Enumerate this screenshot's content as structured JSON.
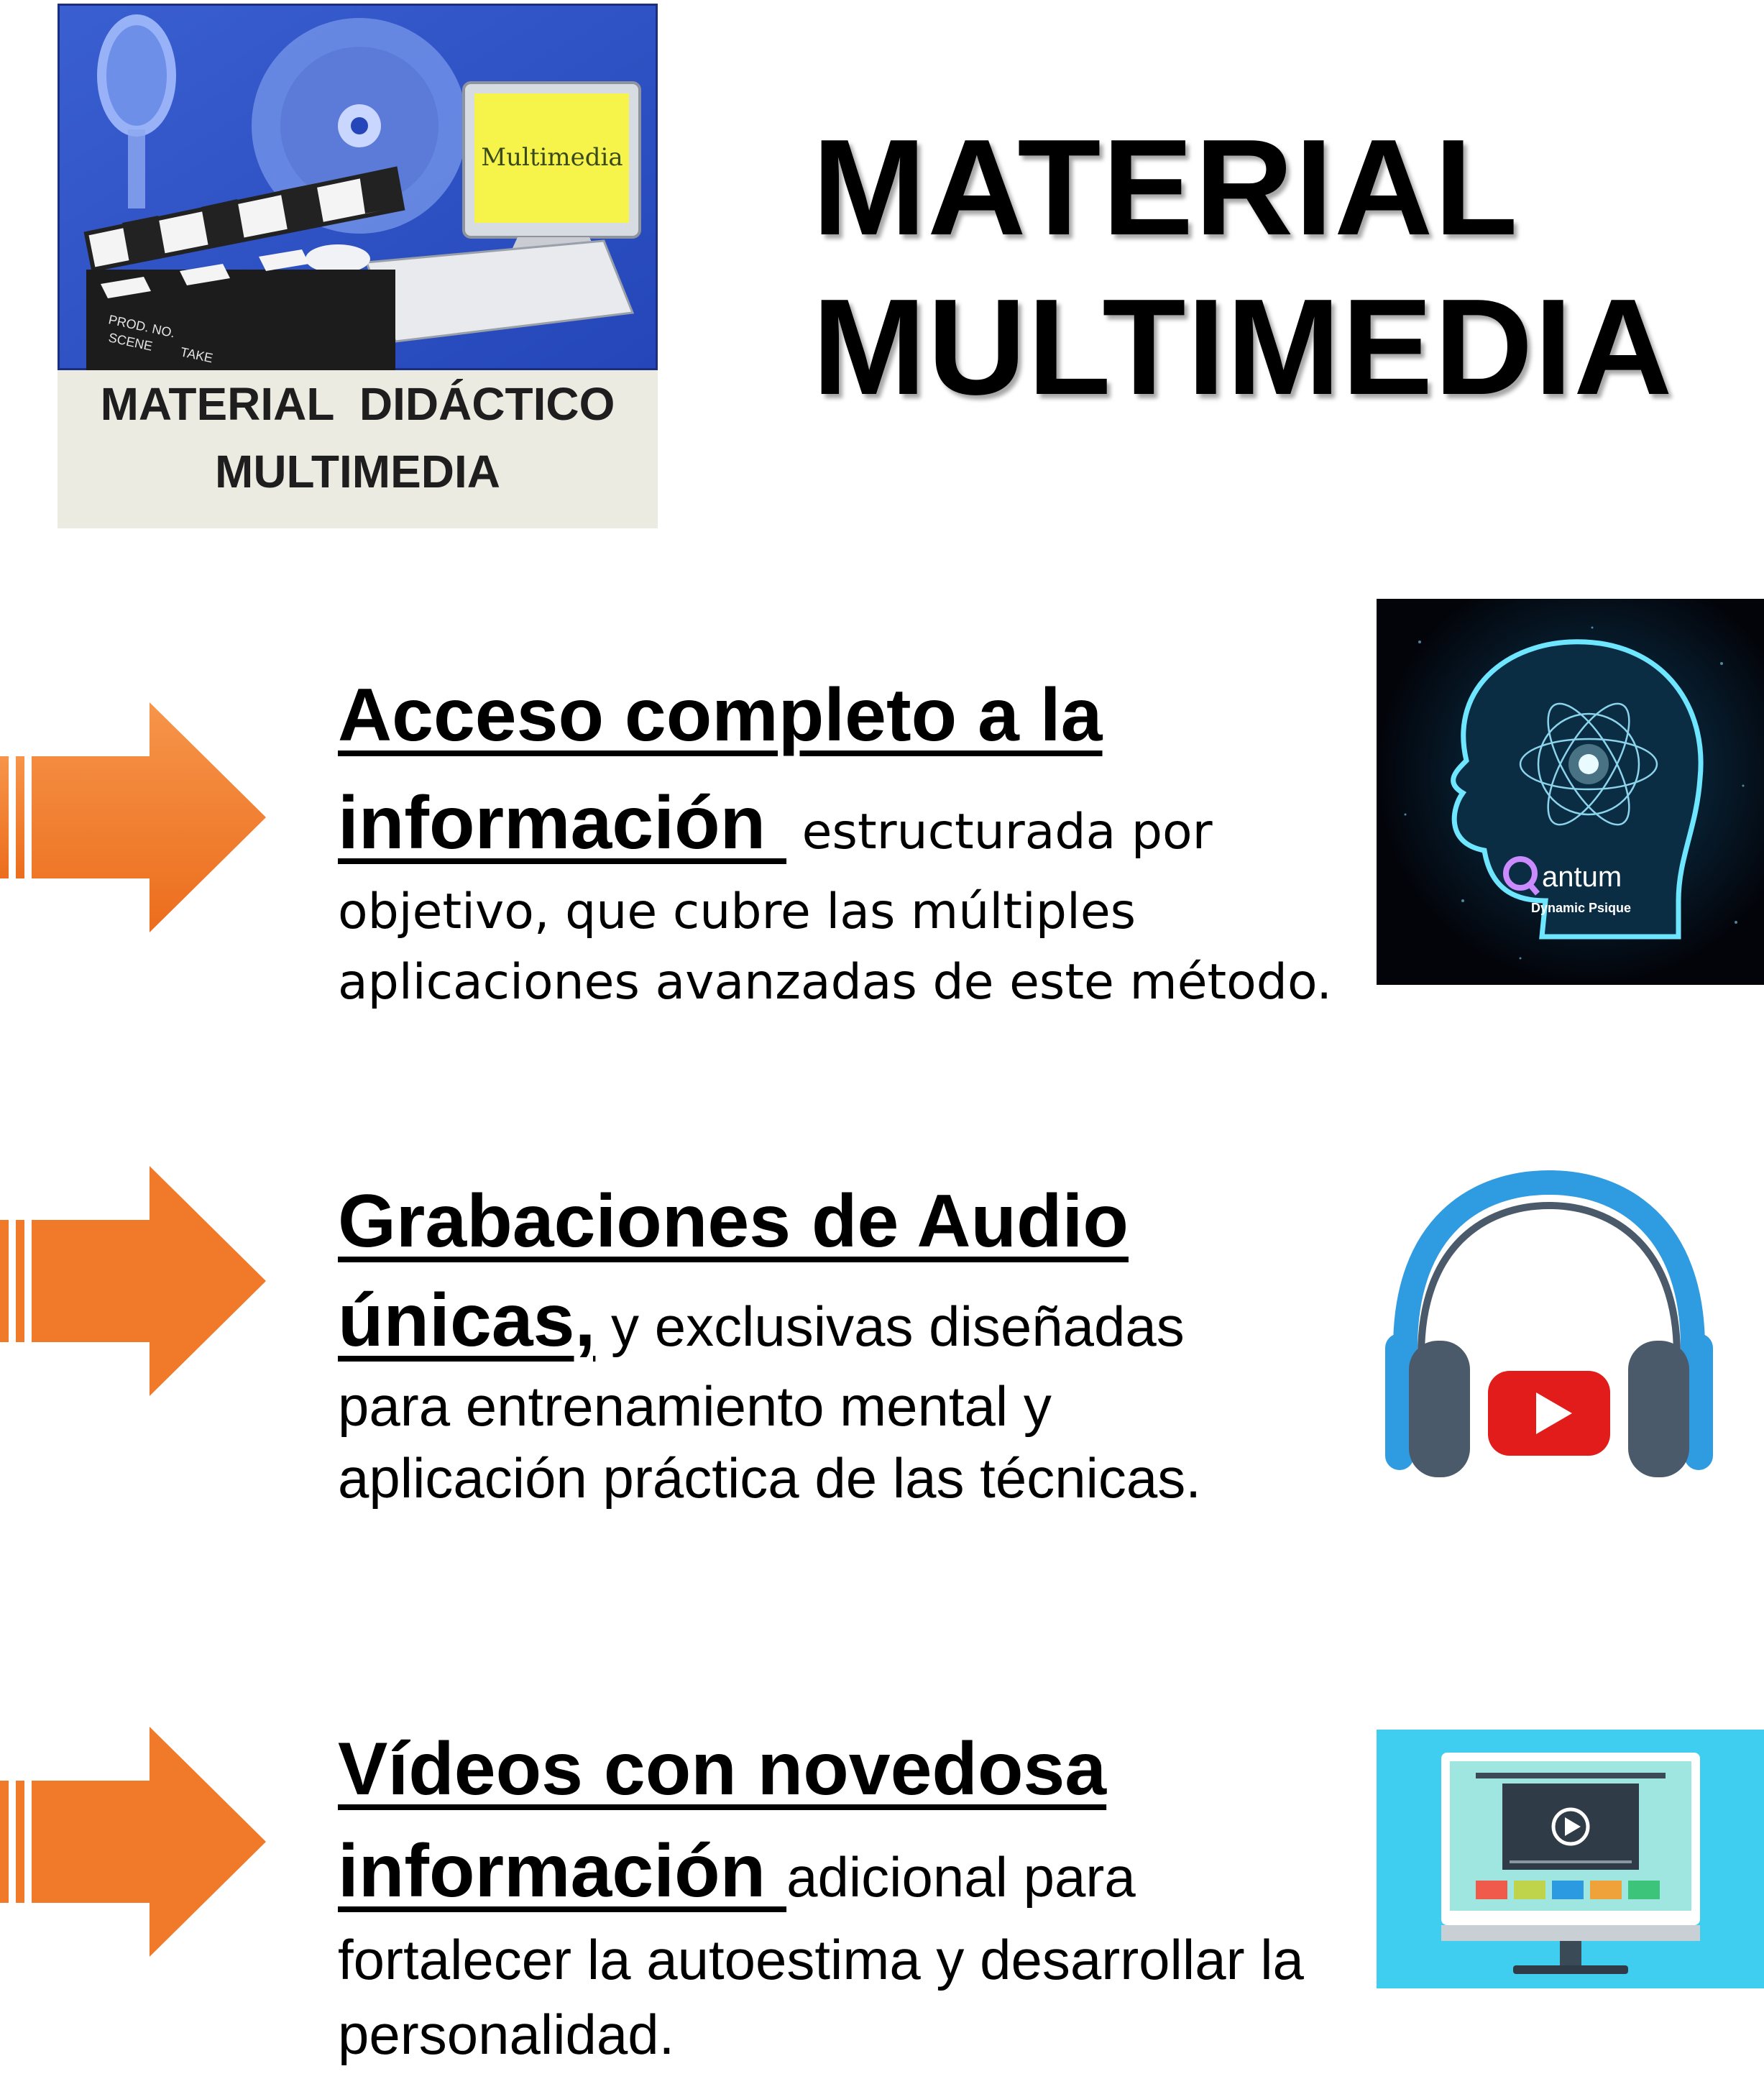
{
  "header": {
    "title_line1": "MATERIAL",
    "title_line2": "MULTIMEDIA"
  },
  "logo": {
    "caption_line1": "MATERIAL  DIDÁCTICO",
    "caption_line2": "MULTIMEDIA",
    "screen_text": "Multimedia",
    "clapper_texts": [
      "PROD. NO.",
      "SCENE",
      "TAKE"
    ]
  },
  "items": [
    {
      "head_line1": "Acceso completo a la",
      "head_line2": "información ",
      "inline": " estructurada por",
      "body_lines": [
        "objetivo, que cubre las múltiples",
        "aplicaciones avanzadas de este método."
      ]
    },
    {
      "head_line1": "Grabaciones de Audio",
      "head_line2": "únicas,",
      "inline": " y exclusivas diseñadas",
      "body_lines": [
        "para entrenamiento mental y",
        "aplicación práctica de las técnicas."
      ]
    },
    {
      "head_line1": "Vídeos con novedosa",
      "head_line2": "información ",
      "inline": "adicional para",
      "body_lines": [
        "fortalecer la autoestima y desarrollar la",
        "personalidad."
      ]
    }
  ],
  "quantum": {
    "brand": "antum",
    "tagline": "Dynamic Psique"
  },
  "colors": {
    "arrow": "#f07a2a",
    "headphone_blue": "#2f9be0",
    "play_red": "#e21b1b",
    "monitor_bg": "#3fcdf0"
  },
  "icons": [
    "arrow-right-icon",
    "brain-head-icon",
    "headphones-icon",
    "youtube-play-icon",
    "monitor-video-icon"
  ]
}
